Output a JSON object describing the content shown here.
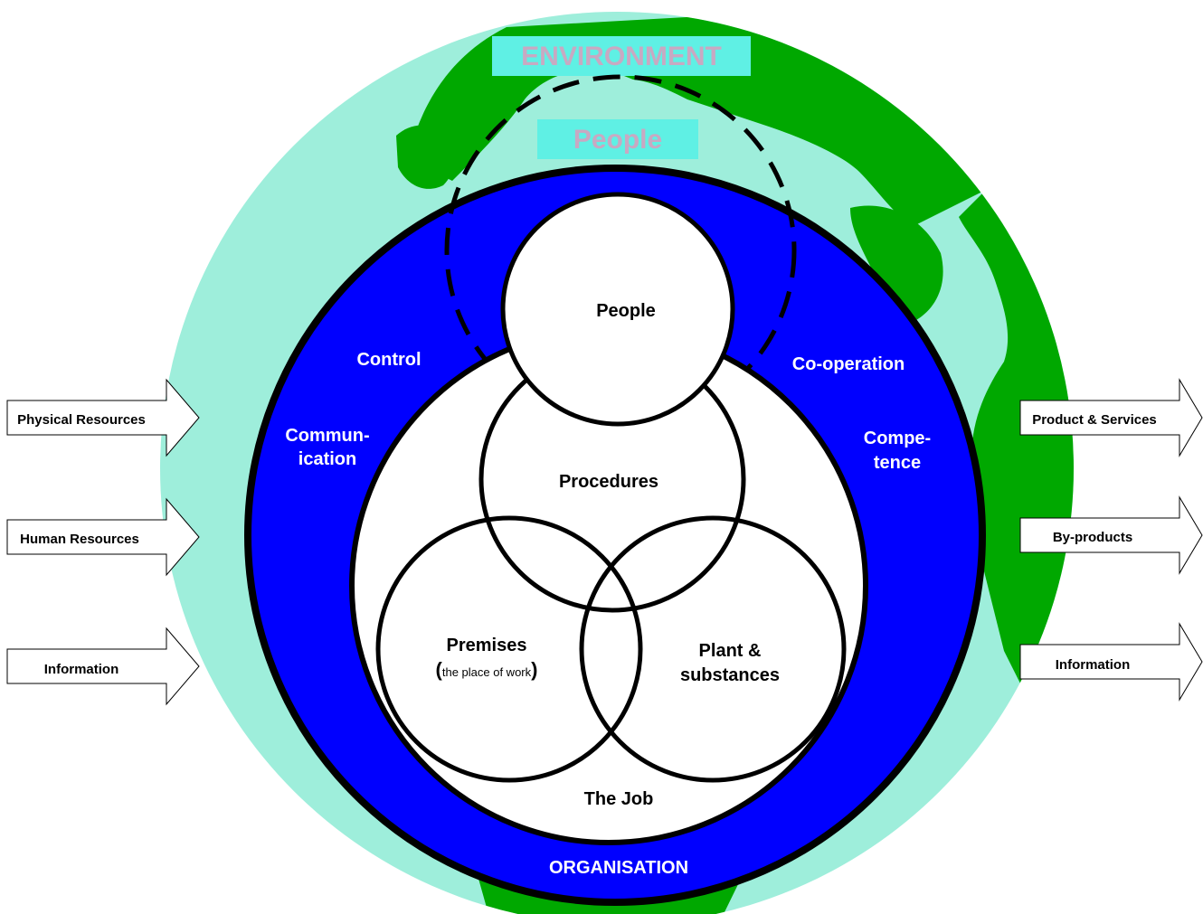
{
  "environment": {
    "label": "ENVIRONMENT",
    "people_label": "People",
    "label_color": "#c8a9c2",
    "banner_color": "#5ff0e4",
    "ocean_color": "#9eeedb",
    "land_color": "#00a800"
  },
  "organisation": {
    "label": "ORGANISATION",
    "ring_color": "#0000ff",
    "control": "Control",
    "communication": [
      "Commun-",
      "ication"
    ],
    "cooperation": "Co-operation",
    "competence": [
      "Compe-",
      "tence"
    ]
  },
  "job": {
    "label": "The Job",
    "people": "People",
    "procedures": "Procedures",
    "premises": "Premises",
    "premises_sub": "the place of work",
    "plant": [
      "Plant &",
      "substances"
    ]
  },
  "inputs": [
    "Physical Resources",
    "Human Resources",
    "Information"
  ],
  "outputs": [
    "Product & Services",
    "By-products",
    "Information"
  ]
}
